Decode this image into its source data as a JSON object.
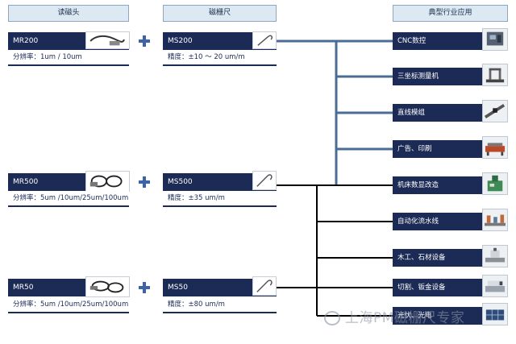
{
  "headers": {
    "read_head": "读磁头",
    "scale": "磁栅尺",
    "applications": "典型行业应用"
  },
  "read_heads": [
    {
      "model": "MR200",
      "spec": "分辨率：1um / 10um"
    },
    {
      "model": "MR500",
      "spec": "分辨率：5um /10um/25um/100um"
    },
    {
      "model": "MR50",
      "spec": "分辨率：5um /10um/25um/100um"
    }
  ],
  "scales": [
    {
      "model": "MS200",
      "spec": "精度：±10 ～ 20 um/m"
    },
    {
      "model": "MS500",
      "spec": "精度：±35 um/m"
    },
    {
      "model": "MS50",
      "spec": "精度：±80 um/m"
    }
  ],
  "applications": [
    {
      "label": "CNC数控",
      "icon": "cnc-machine-icon"
    },
    {
      "label": "三坐标测量机",
      "icon": "cmm-icon"
    },
    {
      "label": "直线模组",
      "icon": "linear-module-icon"
    },
    {
      "label": "广告、印刷",
      "icon": "printer-icon"
    },
    {
      "label": "机床数显改造",
      "icon": "machine-tool-icon"
    },
    {
      "label": "自动化流水线",
      "icon": "assembly-line-icon"
    },
    {
      "label": "木工、石材设备",
      "icon": "woodworking-icon"
    },
    {
      "label": "切割、钣金设备",
      "icon": "cutting-machine-icon"
    },
    {
      "label": "光伏、光电",
      "icon": "photovoltaic-icon"
    }
  ],
  "watermark": "上海PM磁栅尺专家",
  "colors": {
    "dark_bar": "#1c2b56",
    "header_fill": "#dce8f2",
    "plus": "#3d63a8",
    "connector_light": "#4a6d96",
    "connector_dark": "#000000"
  }
}
